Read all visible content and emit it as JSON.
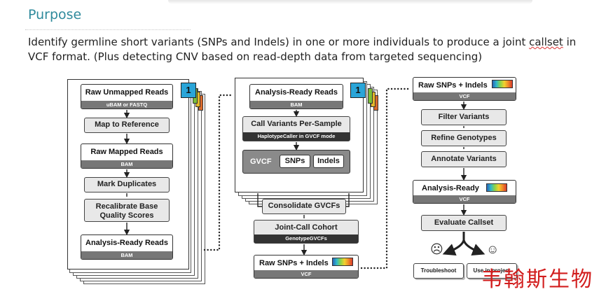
{
  "header": {
    "title": "Purpose",
    "description_before": "Identify germline short variants (SNPs and Indels) in one or more individuals to produce a joint ",
    "description_marked": "callset",
    "description_after": " in VCF format.  (Plus detecting CNV based on read-depth data from targeted sequencing)"
  },
  "column1": {
    "badge": "1",
    "raw_unmapped": {
      "title": "Raw Unmapped Reads",
      "sub": "uBAM or FASTQ"
    },
    "map_ref": "Map to Reference",
    "raw_mapped": {
      "title": "Raw Mapped Reads",
      "sub": "BAM"
    },
    "mark_dup": "Mark Duplicates",
    "recal_1": "Recalibrate Base",
    "recal_2": "Quality Scores",
    "analysis_ready": {
      "title": "Analysis-Ready Reads",
      "sub": "BAM"
    }
  },
  "column2": {
    "badge": "1",
    "analysis_ready": {
      "title": "Analysis-Ready Reads",
      "sub": "BAM"
    },
    "call_variants": {
      "title": "Call Variants Per-Sample",
      "sub": "HaplotypeCaller in GVCF mode"
    },
    "gvcf": {
      "label": "GVCF",
      "snps": "SNPs",
      "indels": "Indels"
    },
    "consolidate": "Consolidate GVCFs",
    "joint_call": {
      "title": "Joint-Call Cohort",
      "sub": "GenotypeGVCFs"
    },
    "raw_snps": {
      "title": "Raw SNPs + Indels",
      "sub": "VCF"
    }
  },
  "column3": {
    "raw_snps": {
      "title": "Raw SNPs + Indels",
      "sub": "VCF"
    },
    "filter": "Filter Variants",
    "refine": "Refine Genotypes",
    "annotate": "Annotate Variants",
    "analysis_ready": {
      "title": "Analysis-Ready",
      "sub": "VCF"
    },
    "evaluate": "Evaluate Callset",
    "sad_face": "☹",
    "happy_face": "☺",
    "troubleshoot": "Troubleshoot",
    "use_in_project": "Use in project"
  },
  "watermark": "韦翰斯生物",
  "colors": {
    "title": "#2f8a9c",
    "watermark": "#d21e1e",
    "badge": "#2aa5d8",
    "sub_bar": "#777777"
  },
  "icons": [
    "arrow-down-icon",
    "quality-gradient-icon",
    "sad-face-icon",
    "happy-face-icon"
  ]
}
